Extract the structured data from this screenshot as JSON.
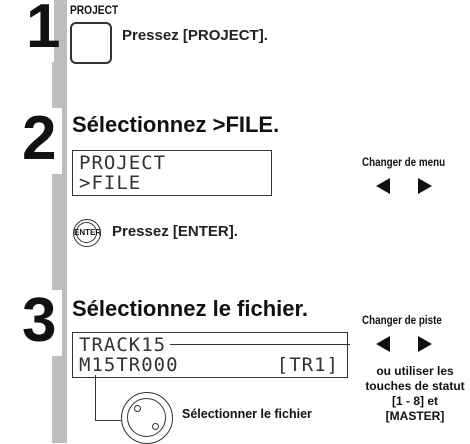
{
  "step1": {
    "number": "1",
    "key_label": "PROJECT",
    "instruction": "Pressez [PROJECT]."
  },
  "step2": {
    "number": "2",
    "title": "Sélectionnez >FILE.",
    "lcd_line1": "PROJECT",
    "lcd_line2": ">FILE",
    "side_label": "Changer de menu",
    "enter_key": "ENTER",
    "instruction": "Pressez [ENTER]."
  },
  "step3": {
    "number": "3",
    "title": "Sélectionnez le fichier.",
    "lcd_line1": "TRACK15",
    "lcd_line2_left": "M15TR000",
    "lcd_line2_right": "[TR1]",
    "side_label": "Changer de piste",
    "alt_text": "ou utiliser les touches de statut [1 - 8] et [MASTER]",
    "dial_label": "Sélectionner le fichier"
  }
}
